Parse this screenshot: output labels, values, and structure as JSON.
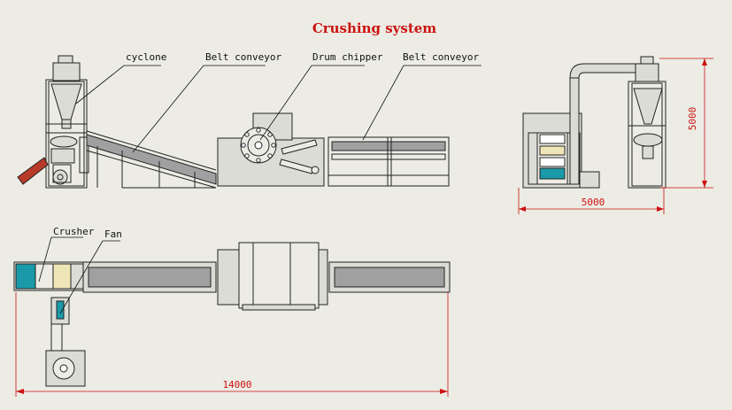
{
  "title": "Crushing system",
  "labels": {
    "cyclone": "cyclone",
    "belt_conveyor_1": "Belt conveyor",
    "drum_chipper": "Drum chipper",
    "belt_conveyor_2": "Belt conveyor",
    "crusher": "Crusher",
    "fan": "Fan"
  },
  "dimensions": {
    "height": "5000",
    "width": "5000",
    "length": "14000"
  },
  "colors": {
    "title": "#cc1111",
    "dimension": "#cc1111",
    "line": "#222222",
    "fill": "#dcdcd6",
    "belt": "#a0a0a0",
    "crusher_red": "#b83a2a",
    "teal": "#1a9aa8"
  }
}
